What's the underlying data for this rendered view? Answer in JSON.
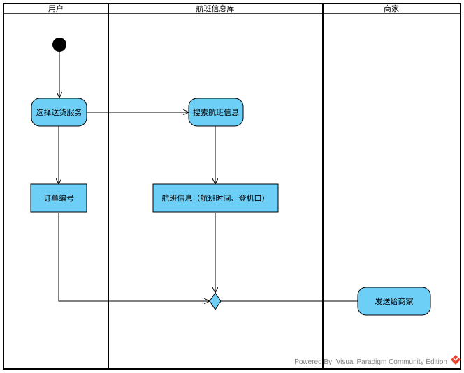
{
  "diagram": {
    "lanes": {
      "user": "用户",
      "flight_db": "航班信息库",
      "merchant": "商家"
    },
    "nodes": {
      "select_service": "选择送货服务",
      "search_flight": "搜索航班信息",
      "order_number": "订单编号",
      "flight_info": "航班信息（航班时间、登机口）",
      "send_to_merchant": "发送给商家"
    },
    "colors": {
      "node_fill": "#6ECFF6",
      "border": "#000000",
      "logo": "#E8412C"
    }
  },
  "footer": {
    "watermark": "Powered By  Visual Paradigm Community Edition"
  }
}
